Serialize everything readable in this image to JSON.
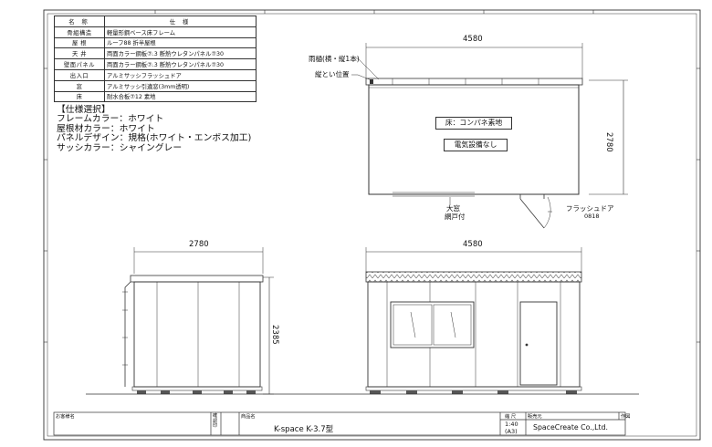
{
  "spec_table": {
    "header": {
      "key": "名 称",
      "value": "仕 様"
    },
    "rows": [
      {
        "key": "骨組構造",
        "value": "軽量形鋼ベース床フレーム"
      },
      {
        "key": "屋 根",
        "value": "ルーフ88  折半屋根"
      },
      {
        "key": "天 井",
        "value": "両面カラー鋼板⑦.3  断熱ウレタンパネル⑦30"
      },
      {
        "key": "壁面パネル",
        "value": "両面カラー鋼板⑦.3  断熱ウレタンパネル⑦30"
      },
      {
        "key": "出入口",
        "value": "アルミサッシフラッシュドア"
      },
      {
        "key": "窓",
        "value": "アルミサッシ引違窓(3mm透明)"
      },
      {
        "key": "床",
        "value": "耐水合板⑦12   素地"
      }
    ]
  },
  "selection": {
    "title": "【仕様選択】",
    "lines": [
      "フレームカラー：ホワイト",
      "屋根材カラー：ホワイト",
      "パネルデザイン：規格(ホワイト・エンボス加工)",
      "サッシカラー：シャイングレー"
    ]
  },
  "plan": {
    "width_dim": "4580",
    "depth_dim": "2780",
    "gutter_label": "雨樋(横・縦1本)",
    "downspout_label": "縦とい位置",
    "floor_label": "床：コンパネ素地",
    "electric_label": "電気設備なし",
    "window_label_1": "大窓",
    "window_label_2": "網戸付",
    "door_label_1": "フラッシュドア",
    "door_label_2": "0818"
  },
  "side": {
    "width_dim": "2780",
    "height_dim": "2385"
  },
  "front": {
    "width_dim": "4580"
  },
  "title_block": {
    "customer_label": "お客様名",
    "approval_label": "確認印",
    "product_label": "商品名",
    "product_name": "K-space K-3.7型",
    "scale_label": "縮 尺",
    "scale_value": "1:40",
    "paper_size": "(A3)",
    "seller_label": "販売元",
    "seller_name": "SpaceCreate Co.,Ltd.",
    "author_label": "作図"
  }
}
